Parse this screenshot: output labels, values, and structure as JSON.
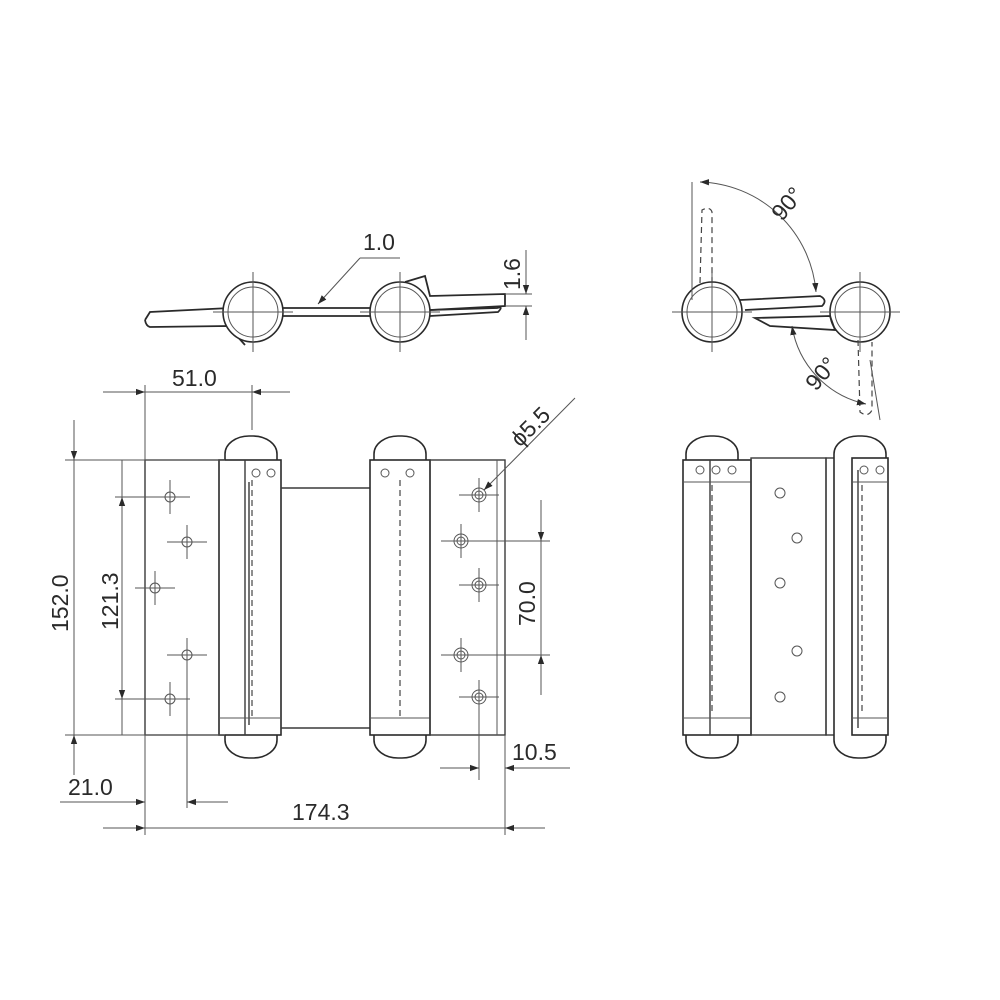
{
  "dimensions": {
    "material_thickness": "1.0",
    "leaf_offset": "1.6",
    "barrel_to_first_holes": "51.0",
    "hole_diameter": "ϕ5.5",
    "overall_height": "152.0",
    "hole_pitch_left": "121.3",
    "hole_pitch_right": "70.0",
    "edge_to_holes_right": "10.5",
    "edge_to_holes_left": "21.0",
    "overall_width": "174.3"
  },
  "angles": {
    "upper_swing": "90°",
    "lower_swing": "90°"
  }
}
